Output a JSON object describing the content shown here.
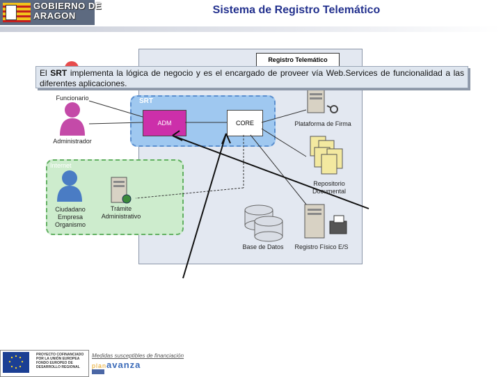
{
  "header": {
    "logo_text": "GOBIERNO DE ARAGON",
    "title": "Sistema de Registro Telemático"
  },
  "diagram": {
    "panel_title": "Registro Telemático",
    "srt_label": "SRT",
    "adm_label": "ADM",
    "core_label": "CORE",
    "internet_label": "Internet",
    "funcionario_label": "Funcionario",
    "administrador_label": "Administrador",
    "ciudadano_label": "Ciudadano Empresa Organismo",
    "tramite_label": "Trámite Administrativo",
    "firma_label": "Plataforma de Firma",
    "repositorio_label": "Repositorio Documental",
    "bd_label": "Base de Datos",
    "registro_label": "Registro Físico E/S"
  },
  "callout": {
    "prefix": "El ",
    "bold": "SRT",
    "rest": " implementa la lógica de negocio y es el encargado de proveer vía Web.Services de funcionalidad a las diferentes aplicaciones."
  },
  "footer": {
    "eu_text": "PROYECTO COFINANCIADO POR LA UNIÓN EUROPEA FONDO EUROPEO DE DESARROLLO REGIONAL",
    "financiacion": "Medidas susceptibles de financiación",
    "plan_prefix": "plan",
    "plan_logo": "avanza"
  },
  "colors": {
    "title": "#23318e",
    "adm": "#cc2faa",
    "srt_zone": "#9fc8f0",
    "internet_zone": "#cdeccd"
  }
}
